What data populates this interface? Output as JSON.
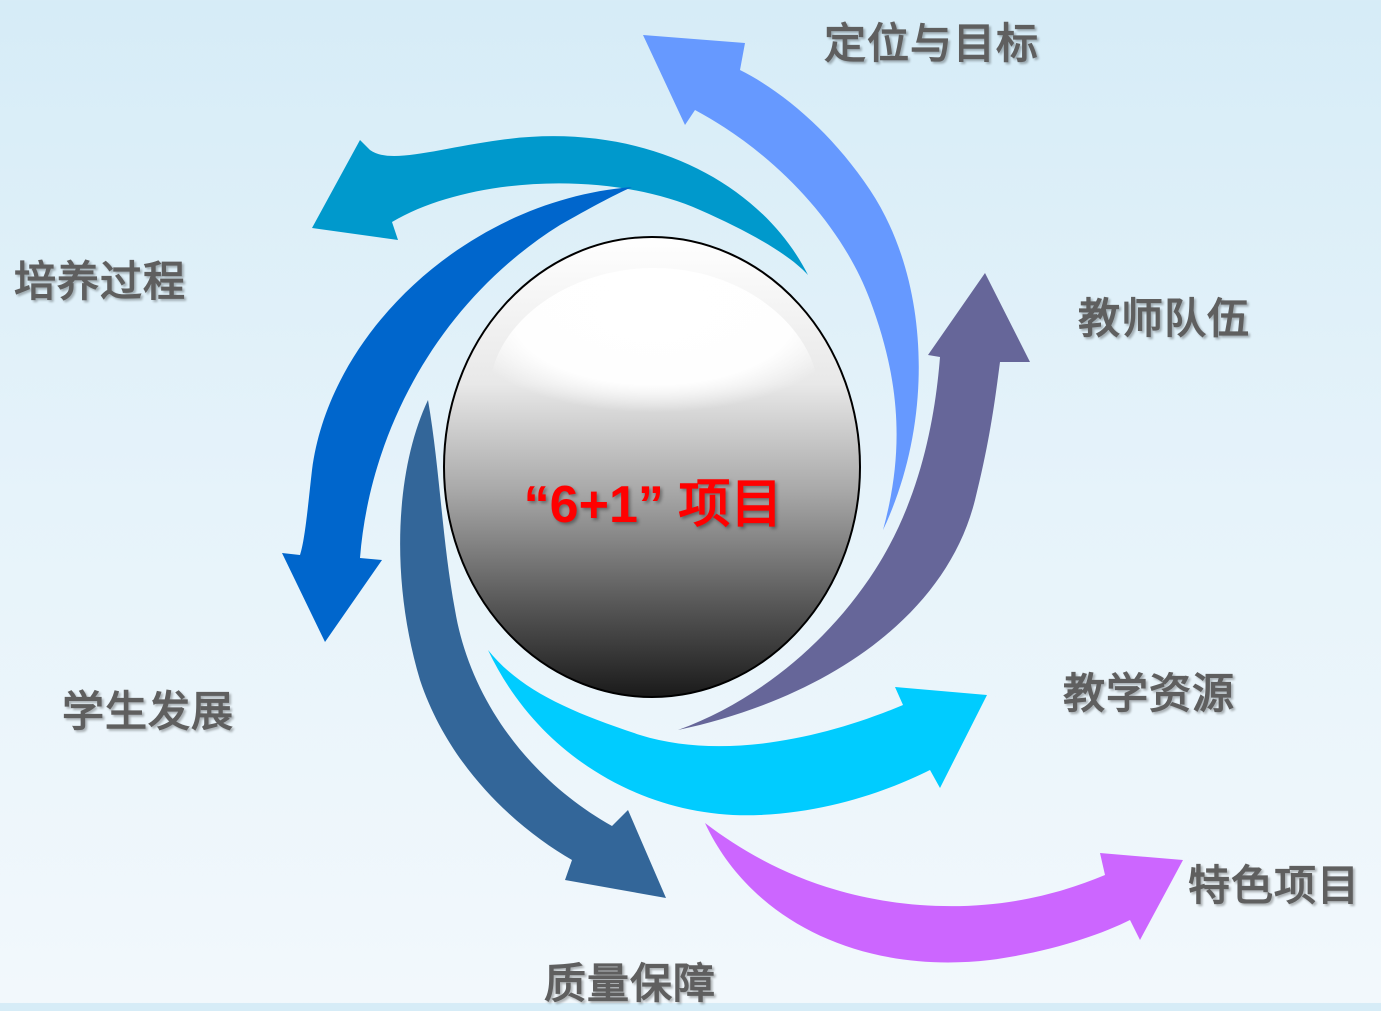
{
  "center": {
    "title": "“6+1” 项目",
    "title_color": "#ff0000"
  },
  "items": [
    {
      "id": "positioning",
      "label": "定位与目标",
      "color": "#6699ff"
    },
    {
      "id": "teachers",
      "label": "教师队伍",
      "color": "#666699"
    },
    {
      "id": "resources",
      "label": "教学资源",
      "color": "#00ccff"
    },
    {
      "id": "featured",
      "label": "特色项目",
      "color": "#cc66ff"
    },
    {
      "id": "quality",
      "label": "质量保障",
      "color": "#336699"
    },
    {
      "id": "students",
      "label": "学生发展",
      "color": "#0066cc"
    },
    {
      "id": "cultivation",
      "label": "培养过程",
      "color": "#0099cc"
    }
  ]
}
